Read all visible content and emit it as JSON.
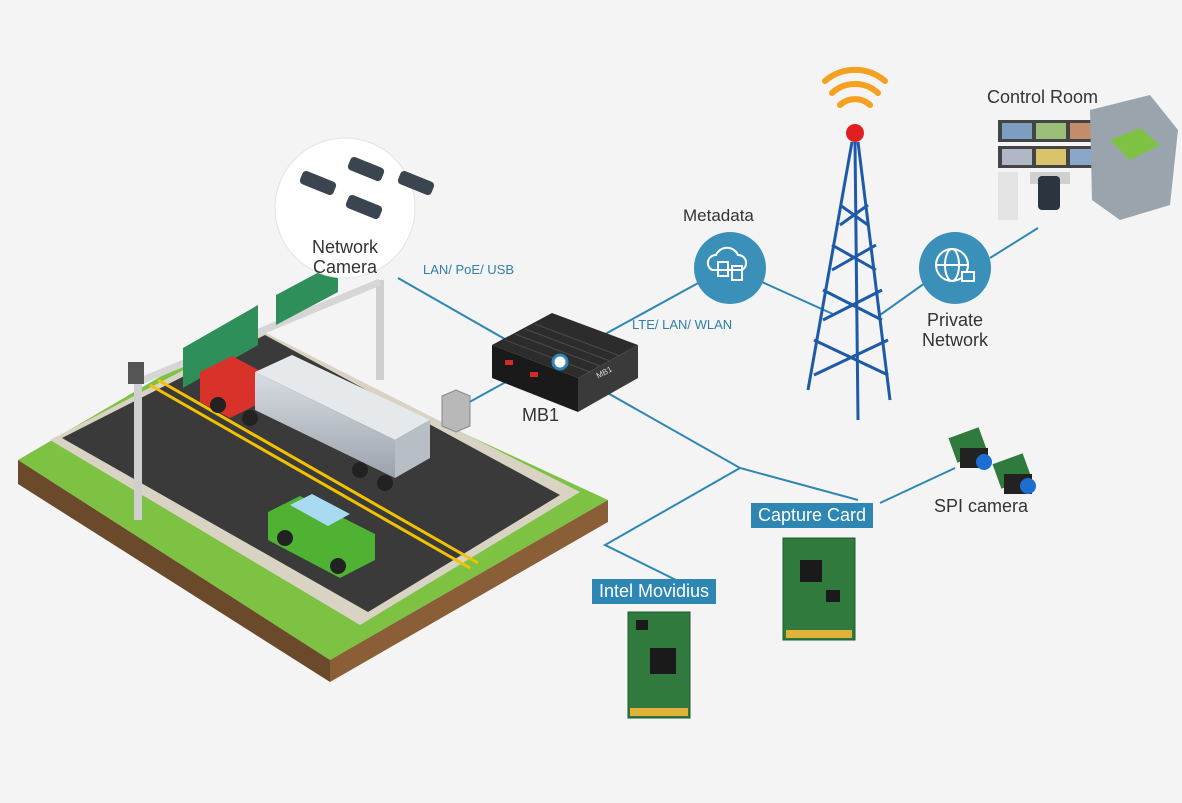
{
  "labels": {
    "network_camera_line1": "Network",
    "network_camera_line2": "Camera",
    "lan_poe_usb": "LAN/ PoE/ USB",
    "metadata": "Metadata",
    "lte_lan_wlan": "LTE/ LAN/ WLAN",
    "mb1": "MB1",
    "device_brand": "MB1",
    "private_network_line1": "Private",
    "private_network_line2": "Network",
    "control_room": "Control Room",
    "spi_camera": "SPI camera",
    "capture_card": "Capture Card",
    "intel_movidius": "Intel Movidius"
  },
  "colors": {
    "connector": "#2e86b3",
    "node_circle": "#3a90b8",
    "tag_background": "#2e86b3",
    "background": "#f4f4f4",
    "road": "#3a3a3a",
    "grass": "#7dc242",
    "tower": "#1e5aa8",
    "tower_beacon": "#e02020",
    "signal_waves": "#f5a020",
    "sign": "#2f8f5a",
    "pcb": "#2f7a3c"
  },
  "icons": {
    "metadata": "cloud-document-sync-icon",
    "private_network": "globe-lock-icon"
  }
}
